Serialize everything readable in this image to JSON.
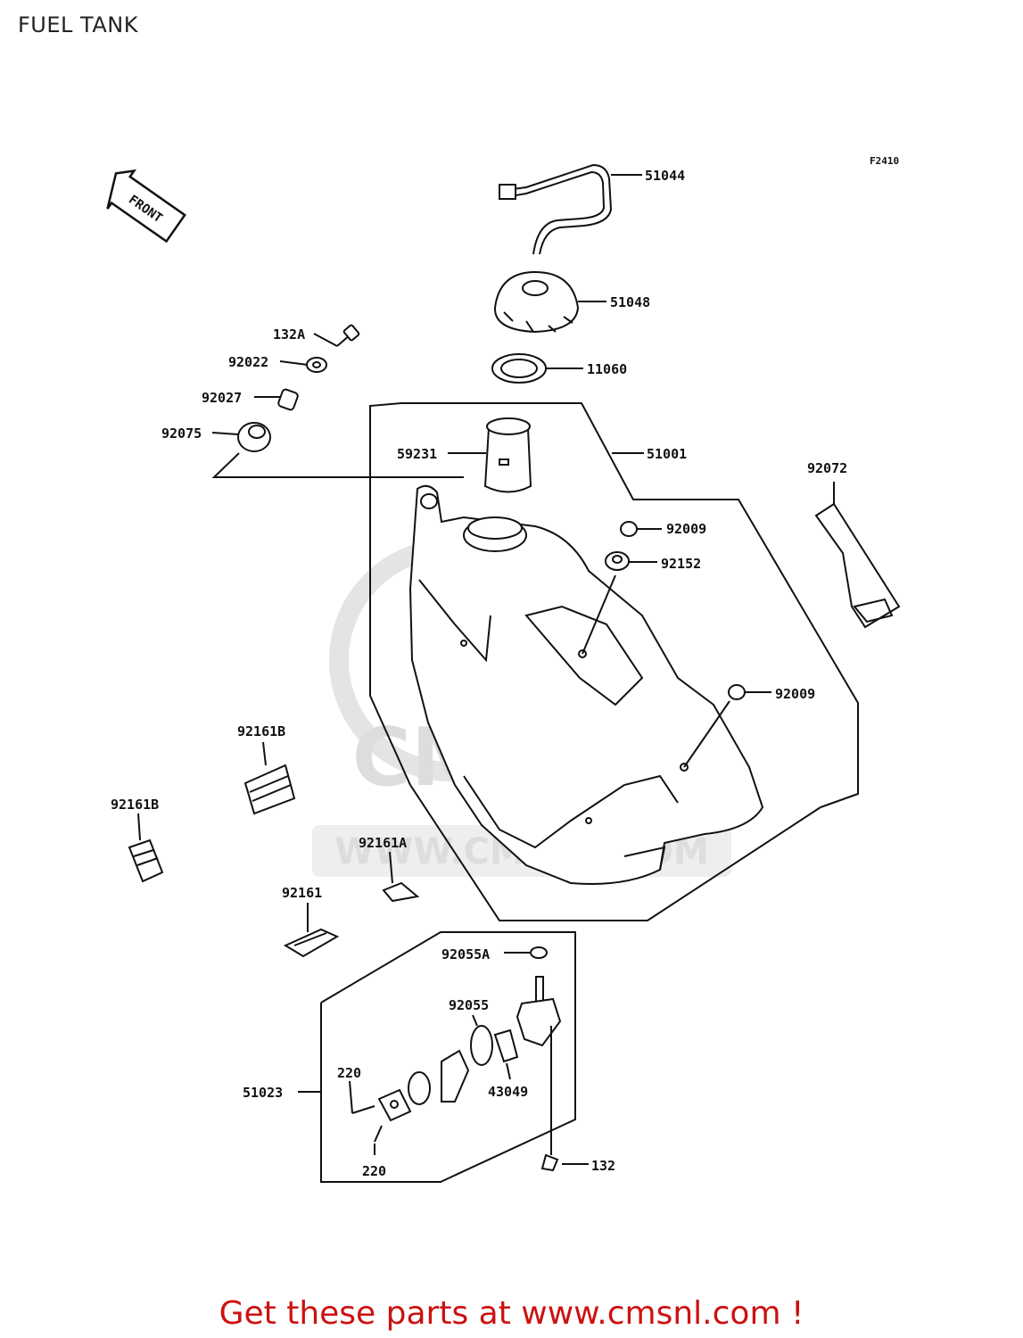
{
  "page": {
    "title": "FUEL TANK"
  },
  "diagram": {
    "figure_code": "F2410",
    "front_marker": "FRONT",
    "watermark_text": "WWW.CMSNL.COM",
    "watermark_logo": "CMS",
    "parts": {
      "p51044": "51044",
      "p51048": "51048",
      "p11060": "11060",
      "p132A": "132A",
      "p92022": "92022",
      "p92027": "92027",
      "p92075": "92075",
      "p59231": "59231",
      "p51001": "51001",
      "p92072": "92072",
      "p92009a": "92009",
      "p92152": "92152",
      "p92009b": "92009",
      "p92161B_a": "92161B",
      "p92161B_b": "92161B",
      "p92161A": "92161A",
      "p92161": "92161",
      "p92055A": "92055A",
      "p92055": "92055",
      "p43049": "43049",
      "p51023": "51023",
      "p220a": "220",
      "p220b": "220",
      "p132": "132"
    }
  },
  "footer": {
    "text": "Get these parts at www.cmsnl.com !"
  },
  "colors": {
    "footer": "#cc1111",
    "line": "#111111"
  }
}
